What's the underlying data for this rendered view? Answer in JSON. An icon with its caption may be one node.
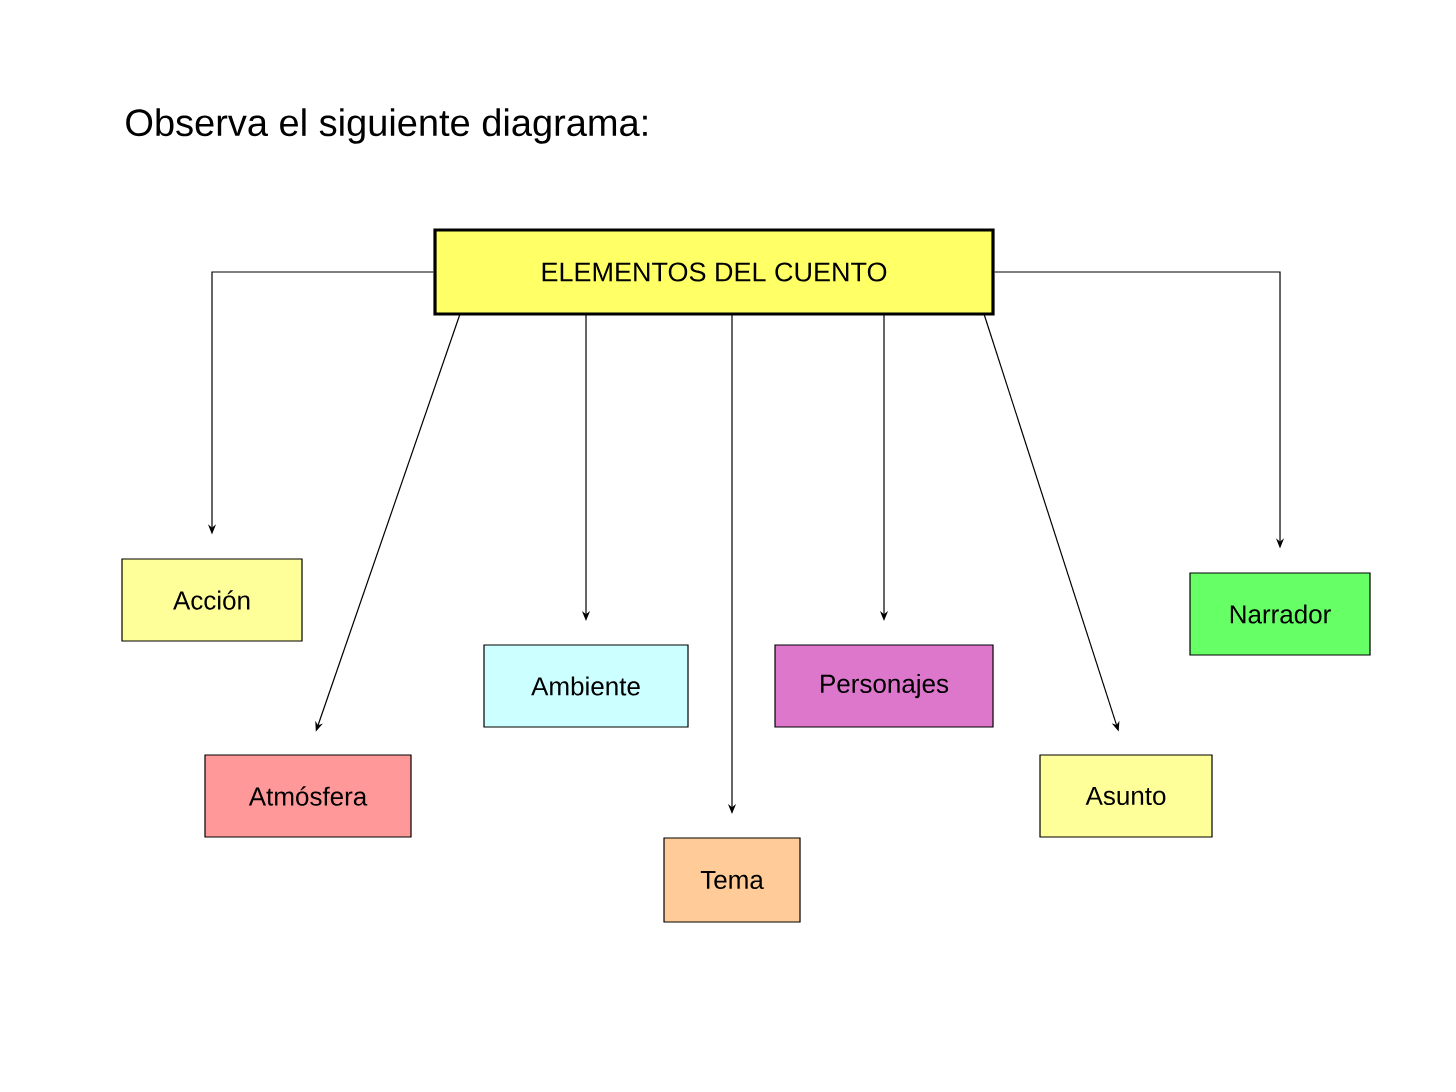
{
  "diagram": {
    "title": "Observa el siguiente diagrama:",
    "nodes": [
      {
        "text": [
          "ELEMENTOS DEL CUENTO"
        ]
      },
      {
        "text": [
          "Acción"
        ]
      },
      {
        "text": [
          "Atmósfera"
        ]
      },
      {
        "text": [
          "Ambiente"
        ]
      },
      {
        "text": [
          "Tema"
        ]
      },
      {
        "text": [
          "Personajes"
        ]
      },
      {
        "text": [
          "Asunto"
        ]
      },
      {
        "text": [
          "Narrador"
        ]
      }
    ],
    "edges": [
      {
        "from": 0,
        "to": 1,
        "arrow": "to"
      },
      {
        "from": 0,
        "to": 2,
        "arrow": "to"
      },
      {
        "from": 0,
        "to": 3,
        "arrow": "to"
      },
      {
        "from": 0,
        "to": 4,
        "arrow": "to"
      },
      {
        "from": 0,
        "to": 5,
        "arrow": "to"
      },
      {
        "from": 0,
        "to": 6,
        "arrow": "to"
      },
      {
        "from": 0,
        "to": 7,
        "arrow": "to"
      }
    ]
  }
}
